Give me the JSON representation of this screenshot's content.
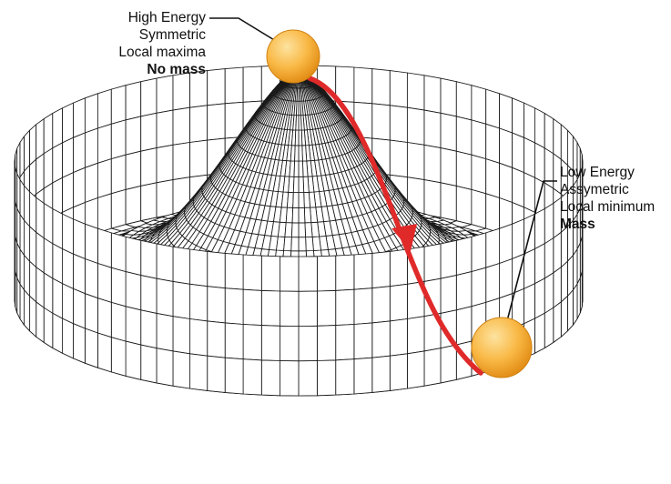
{
  "high_state": {
    "lines": [
      "High Energy",
      "Symmetric",
      "Local maxima"
    ],
    "bold_line": "No mass"
  },
  "low_state": {
    "lines": [
      "Low Energy",
      "Assymetric",
      "Local minimum"
    ],
    "bold_line": "Mass"
  },
  "colors": {
    "ball_light": "#fde3a0",
    "ball_mid": "#f9b845",
    "ball_dark": "#e08a12",
    "arrow": "#e02a2a",
    "mesh": "#1a1a1a",
    "background": "#ffffff"
  }
}
